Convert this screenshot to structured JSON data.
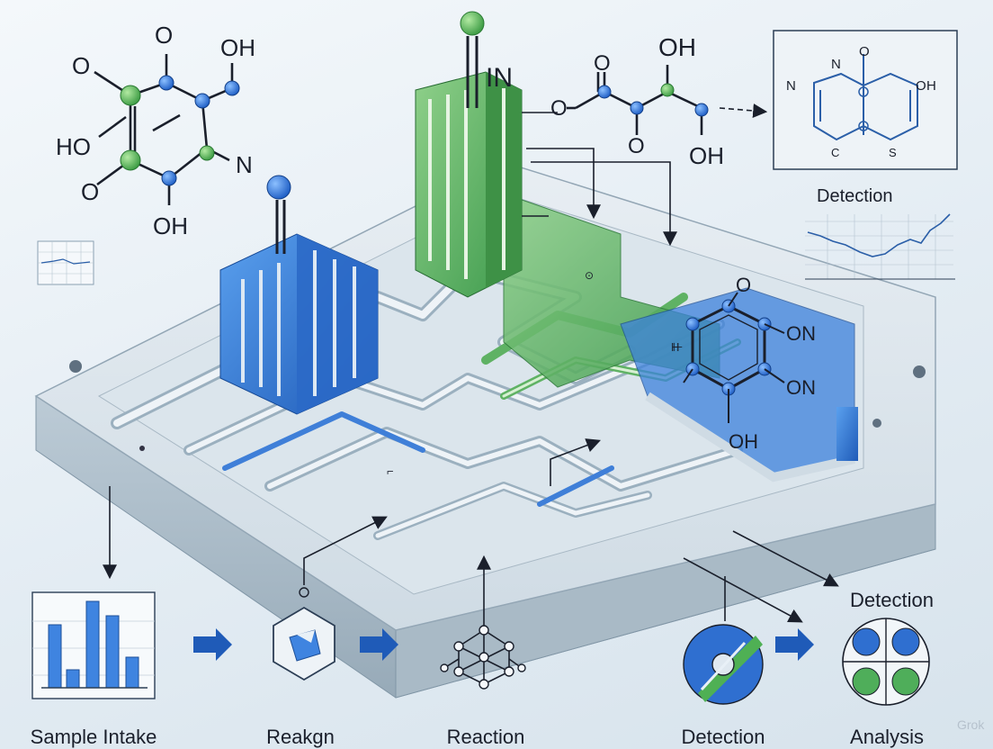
{
  "molecule_left": {
    "atoms": [
      "O",
      "OH",
      "HO",
      "N",
      "O",
      "OH"
    ]
  },
  "molecule_top": {
    "atoms": [
      "O",
      "OH",
      "O",
      "O",
      "OH"
    ]
  },
  "chip_inlet_label": "IN",
  "detection_panel": {
    "atoms": [
      "N",
      "O",
      "H",
      "C",
      "S"
    ],
    "label": "Detection"
  },
  "chip_molecule": {
    "atoms": [
      "O",
      "ON",
      "ON",
      "OH",
      "H"
    ]
  },
  "side_detection_label": "Detection",
  "steps": [
    {
      "label": "Sample Intake",
      "icon": "bar-chart-icon"
    },
    {
      "label": "Reakgn",
      "icon": "reagent-hexagon-icon"
    },
    {
      "label": "Reaction",
      "icon": "molecule-network-icon"
    },
    {
      "label": "Detection",
      "icon": "sensor-circle-icon"
    },
    {
      "label": "Analysis",
      "icon": "quadrant-circle-icon"
    }
  ],
  "watermark": "Grok",
  "colors": {
    "blue": "#2f6fd0",
    "green": "#4fae5a",
    "chip": "#c9d6df",
    "dark": "#1a1f2b"
  }
}
